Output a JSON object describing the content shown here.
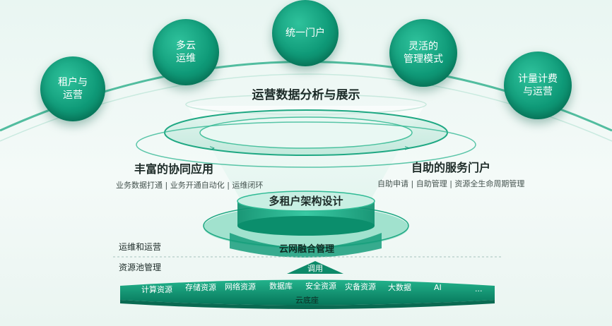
{
  "bubbles": [
    {
      "label": "租户与\n运营"
    },
    {
      "label": "多云\n运维"
    },
    {
      "label": "统一门户"
    },
    {
      "label": "灵活的\n管理模式"
    },
    {
      "label": "计量计费\n与运营"
    }
  ],
  "top_title": "运营数据分析与展示",
  "left": {
    "title": "丰富的协同应用",
    "subtitle": "业务数据打通 | 业务开通自动化 | 运维闭环"
  },
  "right": {
    "title": "自助的服务门户",
    "subtitle": "自助申请 | 自助管理 | 资源全生命周期管理"
  },
  "center_title": "多租户架构设计",
  "cloud_mgmt": "云网融合管理",
  "layers": {
    "ops": "运维和运营",
    "pool": "资源池管理"
  },
  "invoke": "调用",
  "resources": [
    "计算资源",
    "存储资源",
    "网络资源",
    "数据库",
    "安全资源",
    "灾备资源",
    "大数据",
    "AI",
    "..."
  ],
  "base_label": "云底座",
  "colors": {
    "accent": "#0f9a78",
    "dark_green": "#07805f",
    "text": "#1d2b28"
  }
}
